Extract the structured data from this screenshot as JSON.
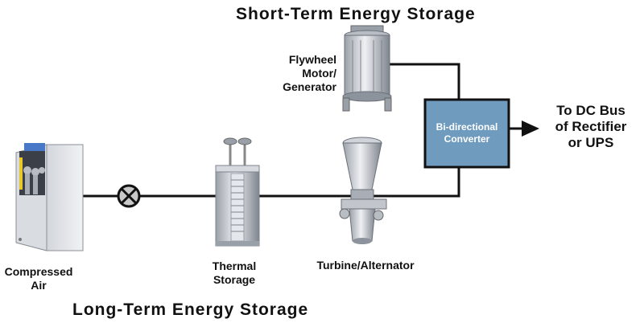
{
  "headings": {
    "short_term": "Short-Term Energy Storage",
    "long_term": "Long-Term Energy Storage"
  },
  "components": {
    "flywheel": [
      "Flywheel",
      "Motor/",
      "Generator"
    ],
    "compressed_air": [
      "Compressed",
      "Air"
    ],
    "thermal_storage": [
      "Thermal",
      "Storage"
    ],
    "turbine": "Turbine/Alternator",
    "converter": [
      "Bi-directional",
      "Converter"
    ],
    "output": [
      "To DC Bus",
      "of Rectifier",
      "or UPS"
    ]
  },
  "colors": {
    "converter_fill": "#6f9bbf",
    "line": "#111111",
    "equipment_gray": "#c9cdd3",
    "equipment_dark": "#8d939c"
  },
  "icons": [
    "valve-icon",
    "arrow-right-icon"
  ]
}
